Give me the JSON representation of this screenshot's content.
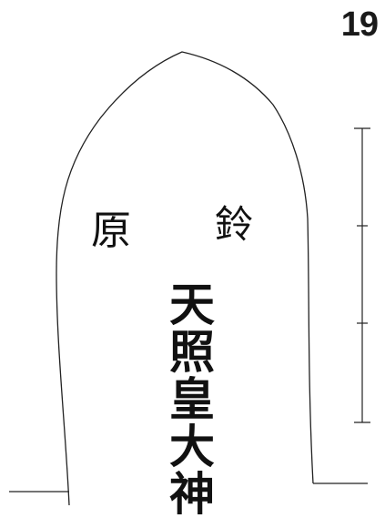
{
  "page_number": "19",
  "side_inscriptions": {
    "left": "原",
    "right": "鈴"
  },
  "main_inscription": "天照皇大神"
}
